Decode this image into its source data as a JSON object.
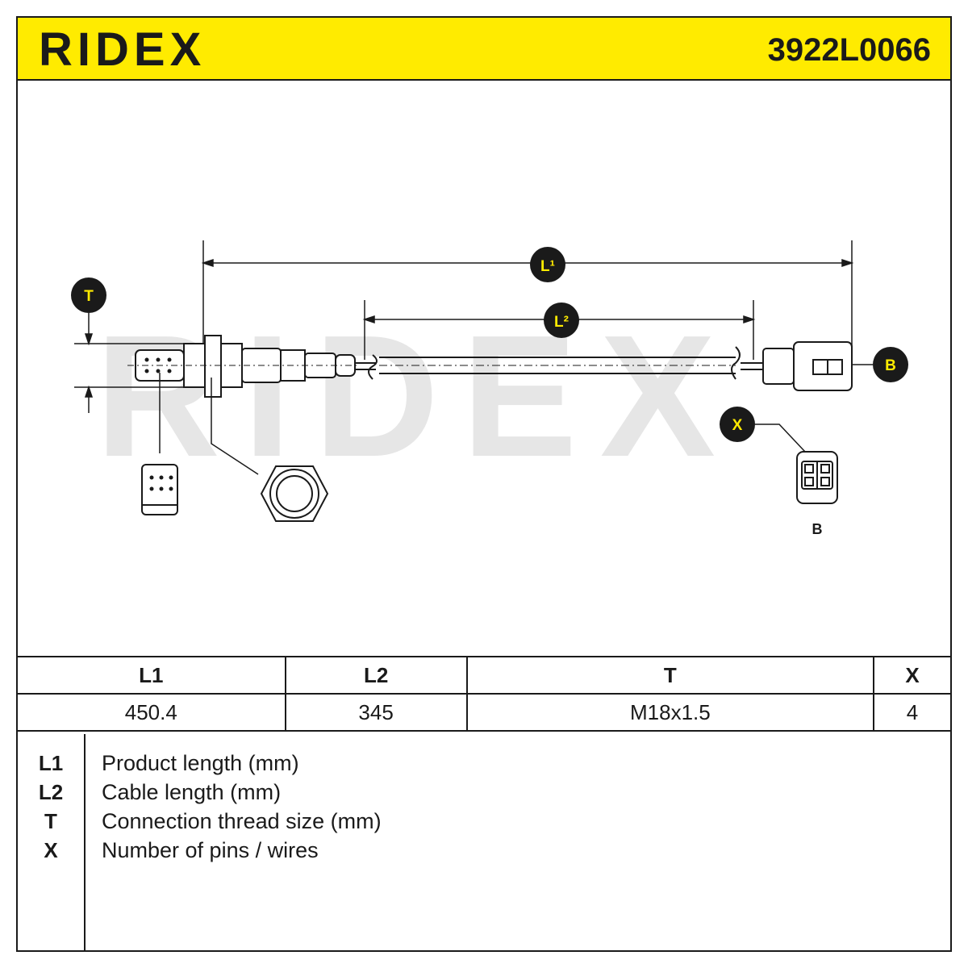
{
  "header": {
    "logo": "RIDEX",
    "part_number": "3922L0066",
    "background_color": "#ffeb00"
  },
  "drawing": {
    "watermark": "RIDEX",
    "callouts": {
      "L1": "L¹",
      "L2": "L²",
      "T": "T",
      "B": "B",
      "X": "X"
    },
    "connector_label": "B"
  },
  "spec_table": {
    "headers": [
      "L1",
      "L2",
      "T",
      "X"
    ],
    "values": [
      "450.4",
      "345",
      "M18x1.5",
      "4"
    ]
  },
  "legend": [
    {
      "key": "L1",
      "desc": "Product length (mm)"
    },
    {
      "key": "L2",
      "desc": "Cable length (mm)"
    },
    {
      "key": "T",
      "desc": "Connection thread size (mm)"
    },
    {
      "key": "X",
      "desc": "Number of pins / wires"
    }
  ]
}
